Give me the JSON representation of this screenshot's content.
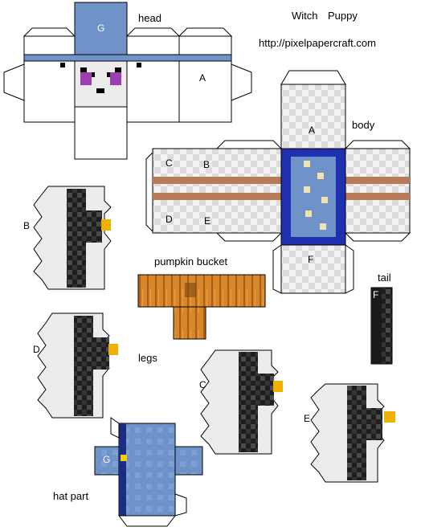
{
  "title": {
    "line1": "Witch",
    "line2": "Puppy"
  },
  "url": "http://pixelpapercraft.com",
  "section_labels": {
    "head": "head",
    "body": "body",
    "tail": "tail",
    "pumpkin_bucket": "pumpkin bucket",
    "legs": "legs",
    "hat_part": "hat part"
  },
  "letters": {
    "head_g": "G",
    "head_a": "A",
    "body_a": "A",
    "body_c": "C",
    "body_b": "B",
    "body_d": "D",
    "body_e": "E",
    "body_f": "F",
    "leg_b": "B",
    "leg_d": "D",
    "leg_c": "C",
    "leg_e": "E",
    "tail_f": "F",
    "hat_g": "G"
  },
  "colors": {
    "hat_blue": "#6f93c9",
    "hat_band": "#243a8c",
    "eye_purple": "#9c3fb0",
    "fur_white": "#ececec",
    "fur_grey": "#d4d4d4",
    "dark_fur": "#2b2b2b",
    "belt_brown": "#b87b5a",
    "pumpkin_orange": "#d8862a",
    "gold": "#f0b000"
  }
}
